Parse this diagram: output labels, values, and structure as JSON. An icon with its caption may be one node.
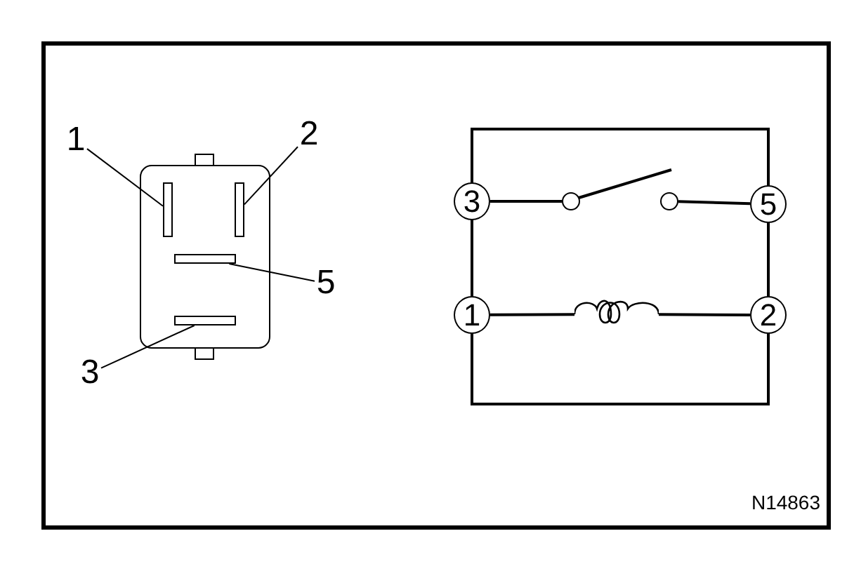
{
  "diagram": {
    "nodes": [
      {
        "text": [
          "1"
        ]
      },
      {
        "text": [
          "2"
        ]
      },
      {
        "text": [
          "5"
        ]
      },
      {
        "text": [
          "3"
        ]
      },
      {
        "text": [],
        "shape": "bar"
      },
      {
        "text": [],
        "shape": "bar"
      },
      {
        "text": [],
        "shape": "bar"
      },
      {
        "text": [],
        "shape": "bar"
      },
      {
        "text": [
          "3"
        ]
      },
      {
        "text": [
          "5"
        ]
      },
      {
        "text": [
          "1"
        ]
      },
      {
        "text": [
          "2"
        ]
      },
      {
        "text": [],
        "shape": "circle"
      },
      {
        "text": [],
        "shape": "circle"
      },
      {
        "text": [],
        "shape": "coil"
      }
    ],
    "edges": [
      {
        "from": 0,
        "to": 4,
        "arrow": "none"
      },
      {
        "from": 1,
        "to": 5,
        "arrow": "none"
      },
      {
        "from": 2,
        "to": 6,
        "arrow": "none"
      },
      {
        "from": 3,
        "to": 7,
        "arrow": "none"
      },
      {
        "from": 8,
        "to": 12,
        "arrow": "none"
      },
      {
        "from": 13,
        "to": 9,
        "arrow": "none"
      },
      {
        "from": 10,
        "to": 14,
        "arrow": "none"
      },
      {
        "from": 14,
        "to": 11,
        "arrow": "none"
      },
      {
        "from": 8,
        "to": 10,
        "arrow": "none"
      },
      {
        "from": 9,
        "to": 11,
        "arrow": "none"
      },
      {
        "from": 8,
        "to": 9,
        "arrow": "none"
      },
      {
        "from": 10,
        "to": 11,
        "arrow": "none"
      }
    ],
    "labels": [
      "N14863"
    ]
  }
}
